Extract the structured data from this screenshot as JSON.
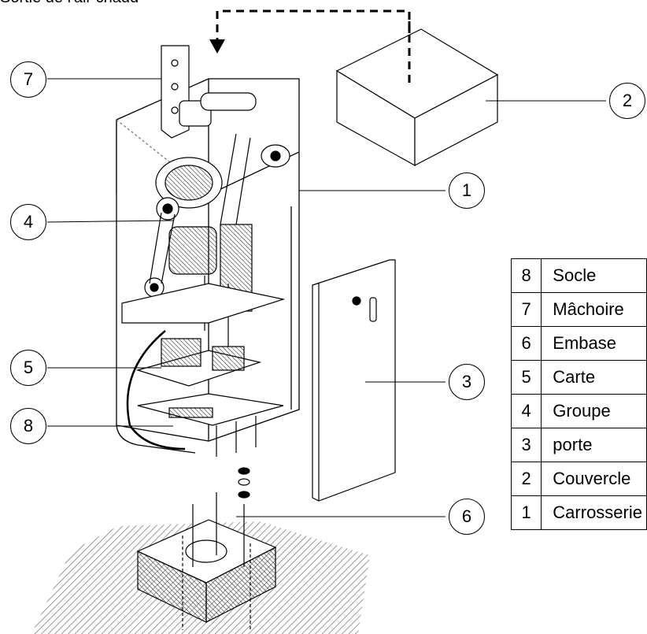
{
  "header": {
    "partial_text": "Sortie de l'air chaud"
  },
  "callouts": [
    "7",
    "2",
    "1",
    "4",
    "5",
    "3",
    "8",
    "6"
  ],
  "legend": {
    "rows": [
      {
        "num": "8",
        "label": "Socle"
      },
      {
        "num": "7",
        "label": "Mâchoire"
      },
      {
        "num": "6",
        "label": "Embase"
      },
      {
        "num": "5",
        "label": "Carte"
      },
      {
        "num": "4",
        "label": "Groupe"
      },
      {
        "num": "3",
        "label": "porte"
      },
      {
        "num": "2",
        "label": "Couvercle"
      },
      {
        "num": "1",
        "label": "Carrosserie"
      }
    ]
  },
  "colors": {
    "line": "#000000",
    "background": "#ffffff"
  }
}
